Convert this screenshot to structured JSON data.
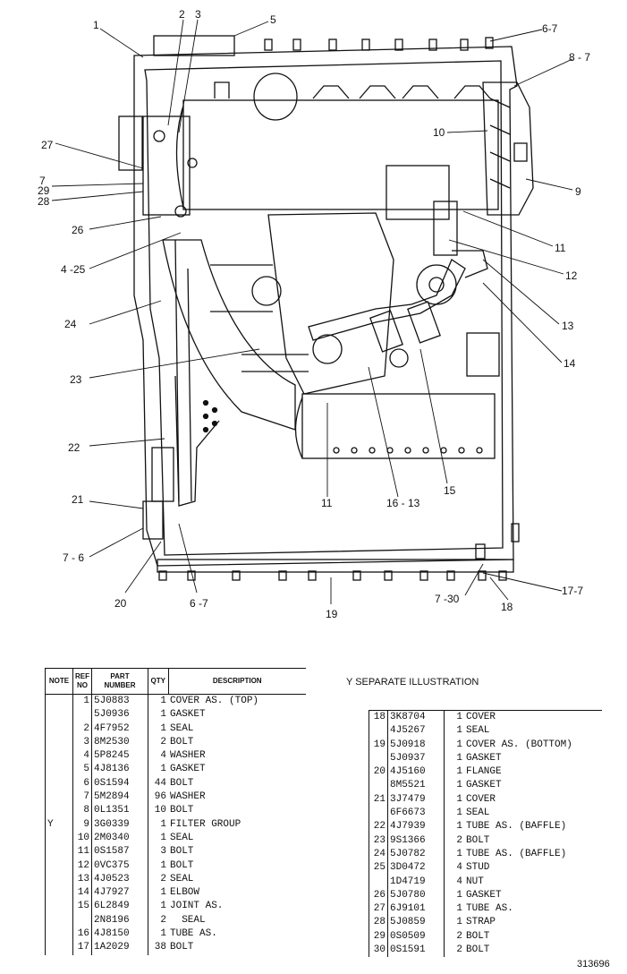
{
  "callouts": {
    "c1": "1",
    "c2": "2",
    "c3": "3",
    "c5": "5",
    "c6_7_top": "6-7",
    "c8_7": "8 - 7",
    "c10": "10",
    "c27": "27",
    "c7": "7",
    "c29": "29",
    "c28": "28",
    "c9": "9",
    "c26": "26",
    "c11_right": "11",
    "c12": "12",
    "c4_25": "4 -25",
    "c13": "13",
    "c24": "24",
    "c14": "14",
    "c23": "23",
    "c22": "22",
    "c16_13": "16 - 13",
    "c15": "15",
    "c11_bottom": "11",
    "c21": "21",
    "c7_6": "7 - 6",
    "c20": "20",
    "c6_7_bottom": "6 -7",
    "c7_30": "7 -30",
    "c17_7": "17-7",
    "c18": "18",
    "c19": "19"
  },
  "table_headers": {
    "note": "NOTE",
    "ref": "REF NO",
    "part": "PART NUMBER",
    "qty": "QTY",
    "desc": "DESCRIPTION"
  },
  "separate_note": "Y    SEPARATE ILLUSTRATION",
  "drawing_number": "313696",
  "parts_left": [
    {
      "note": "",
      "ref": "1",
      "part": "5J0883",
      "qty": "1",
      "desc": "COVER AS. (TOP)"
    },
    {
      "note": "",
      "ref": "",
      "part": "5J0936",
      "qty": "1",
      "desc": "GASKET"
    },
    {
      "note": "",
      "ref": "2",
      "part": "4F7952",
      "qty": "1",
      "desc": "SEAL"
    },
    {
      "note": "",
      "ref": "3",
      "part": "8M2530",
      "qty": "2",
      "desc": "BOLT"
    },
    {
      "note": "",
      "ref": "4",
      "part": "5P8245",
      "qty": "4",
      "desc": "WASHER"
    },
    {
      "note": "",
      "ref": "5",
      "part": "4J8136",
      "qty": "1",
      "desc": "GASKET"
    },
    {
      "note": "",
      "ref": "6",
      "part": "0S1594",
      "qty": "44",
      "desc": "BOLT"
    },
    {
      "note": "",
      "ref": "7",
      "part": "5M2894",
      "qty": "96",
      "desc": "WASHER"
    },
    {
      "note": "",
      "ref": "8",
      "part": "0L1351",
      "qty": "10",
      "desc": "BOLT"
    },
    {
      "note": "Y",
      "ref": "9",
      "part": "3G0339",
      "qty": "1",
      "desc": "FILTER GROUP"
    },
    {
      "note": "",
      "ref": "10",
      "part": "2M0340",
      "qty": "1",
      "desc": "SEAL"
    },
    {
      "note": "",
      "ref": "11",
      "part": "0S1587",
      "qty": "3",
      "desc": "BOLT"
    },
    {
      "note": "",
      "ref": "12",
      "part": "0VC375",
      "qty": "1",
      "desc": "BOLT"
    },
    {
      "note": "",
      "ref": "13",
      "part": "4J0523",
      "qty": "2",
      "desc": "SEAL"
    },
    {
      "note": "",
      "ref": "14",
      "part": "4J7927",
      "qty": "1",
      "desc": "ELBOW"
    },
    {
      "note": "",
      "ref": "15",
      "part": "6L2849",
      "qty": "1",
      "desc": "JOINT AS."
    },
    {
      "note": "",
      "ref": "",
      "part": "2N8196",
      "qty": "2",
      "desc": "  SEAL"
    },
    {
      "note": "",
      "ref": "16",
      "part": "4J8150",
      "qty": "1",
      "desc": "TUBE AS."
    },
    {
      "note": "",
      "ref": "17",
      "part": "1A2029",
      "qty": "38",
      "desc": "BOLT"
    }
  ],
  "parts_right": [
    {
      "ref": "18",
      "part": "3K8704",
      "qty": "1",
      "desc": "COVER"
    },
    {
      "ref": "",
      "part": "4J5267",
      "qty": "1",
      "desc": "SEAL"
    },
    {
      "ref": "19",
      "part": "5J0918",
      "qty": "1",
      "desc": "COVER AS. (BOTTOM)"
    },
    {
      "ref": "",
      "part": "5J0937",
      "qty": "1",
      "desc": "GASKET"
    },
    {
      "ref": "20",
      "part": "4J5160",
      "qty": "1",
      "desc": "FLANGE"
    },
    {
      "ref": "",
      "part": "8M5521",
      "qty": "1",
      "desc": "GASKET"
    },
    {
      "ref": "21",
      "part": "3J7479",
      "qty": "1",
      "desc": "COVER"
    },
    {
      "ref": "",
      "part": "6F6673",
      "qty": "1",
      "desc": "SEAL"
    },
    {
      "ref": "22",
      "part": "4J7939",
      "qty": "1",
      "desc": "TUBE AS. (BAFFLE)"
    },
    {
      "ref": "23",
      "part": "9S1366",
      "qty": "2",
      "desc": "BOLT"
    },
    {
      "ref": "24",
      "part": "5J0782",
      "qty": "1",
      "desc": "TUBE AS. (BAFFLE)"
    },
    {
      "ref": "25",
      "part": "3D0472",
      "qty": "4",
      "desc": "STUD"
    },
    {
      "ref": "",
      "part": "1D4719",
      "qty": "4",
      "desc": "NUT"
    },
    {
      "ref": "26",
      "part": "5J0780",
      "qty": "1",
      "desc": "GASKET"
    },
    {
      "ref": "27",
      "part": "6J9101",
      "qty": "1",
      "desc": "TUBE AS."
    },
    {
      "ref": "28",
      "part": "5J0859",
      "qty": "1",
      "desc": "STRAP"
    },
    {
      "ref": "29",
      "part": "0S0509",
      "qty": "2",
      "desc": "BOLT"
    },
    {
      "ref": "30",
      "part": "0S1591",
      "qty": "2",
      "desc": "BOLT"
    }
  ]
}
